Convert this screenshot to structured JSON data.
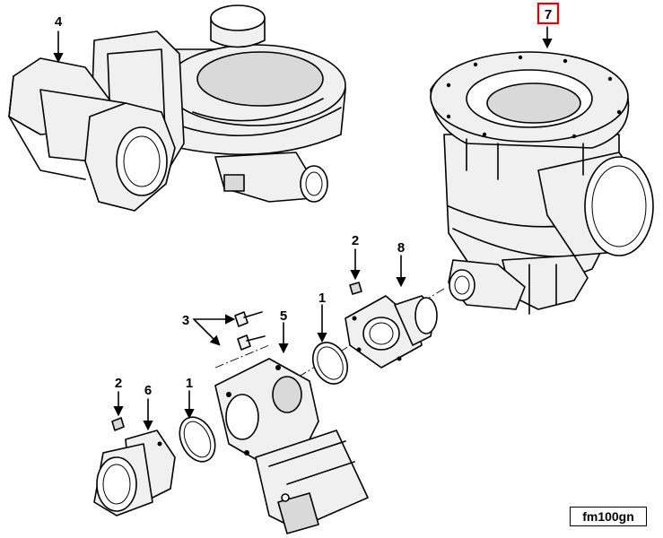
{
  "diagram": {
    "callouts": {
      "c4": "4",
      "c7": "7",
      "c8": "8",
      "c2a": "2",
      "c1a": "1",
      "c5": "5",
      "c3": "3",
      "c2b": "2",
      "c6": "6",
      "c1b": "1"
    },
    "highlight_color": "#e00000",
    "reference_code": "fm100gn"
  }
}
